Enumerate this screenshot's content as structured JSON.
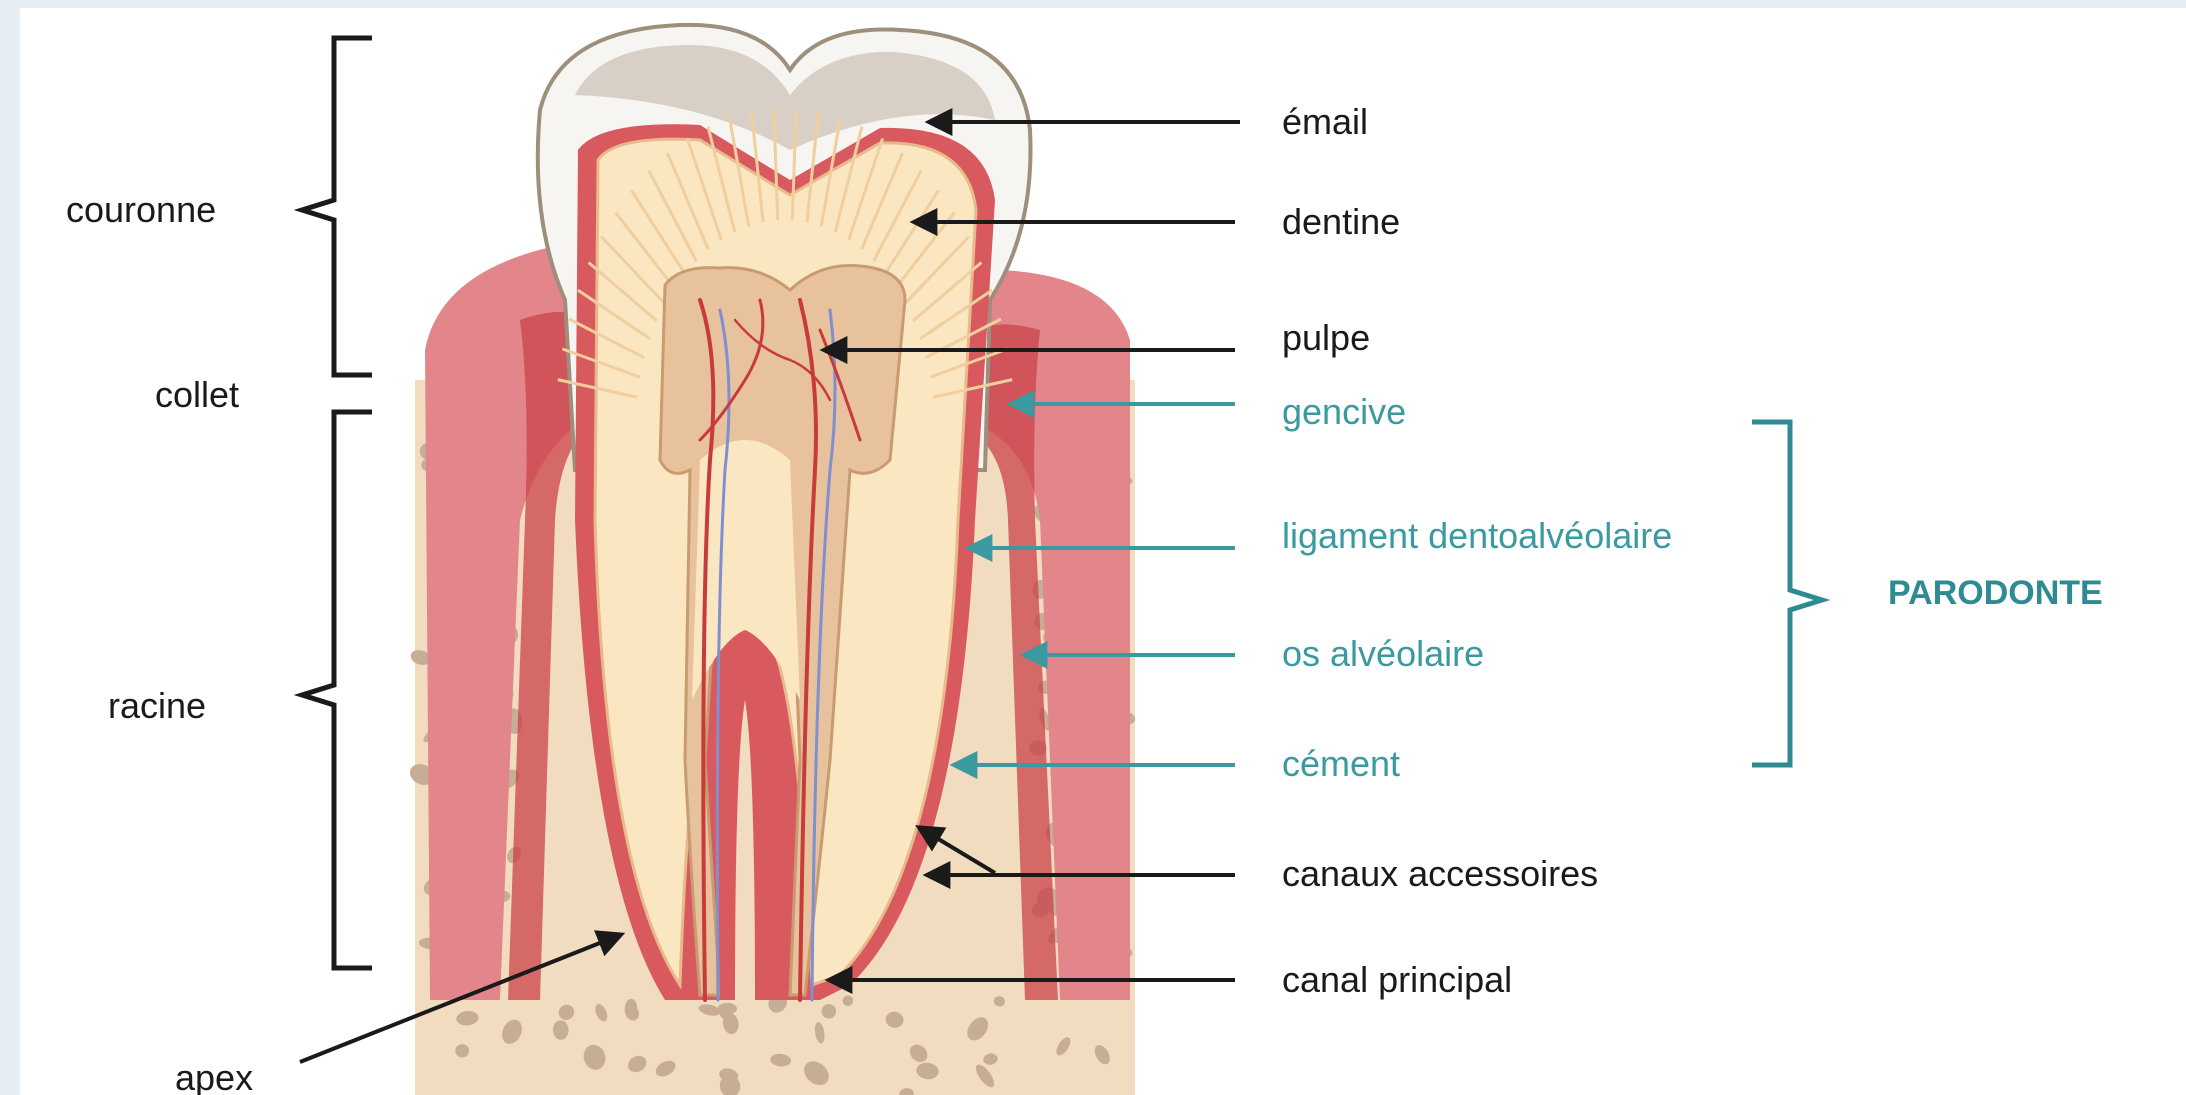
{
  "labels": {
    "couronne": "couronne",
    "collet": "collet",
    "racine": "racine",
    "apex": "apex",
    "email": "émail",
    "dentine": "dentine",
    "pulpe": "pulpe",
    "gencive": "gencive",
    "ligament": "ligament dentoalvéolaire",
    "os": "os alvéolaire",
    "cement": "cément",
    "canaux": "canaux accessoires",
    "canal": "canal principal",
    "parodonte": "PARODONTE"
  },
  "colors": {
    "black_label": "#1a1a1a",
    "teal_label": "#3a9aa0",
    "parodonte": "#2f8b93",
    "enamel": "#f7f5f2",
    "dentine": "#fbe6c2",
    "pulp": "#e7c29c",
    "gum": "#e3868c",
    "bone": "#f1dcc0",
    "bone_spot": "#c8ad96",
    "vessel": "#c73b3b"
  }
}
